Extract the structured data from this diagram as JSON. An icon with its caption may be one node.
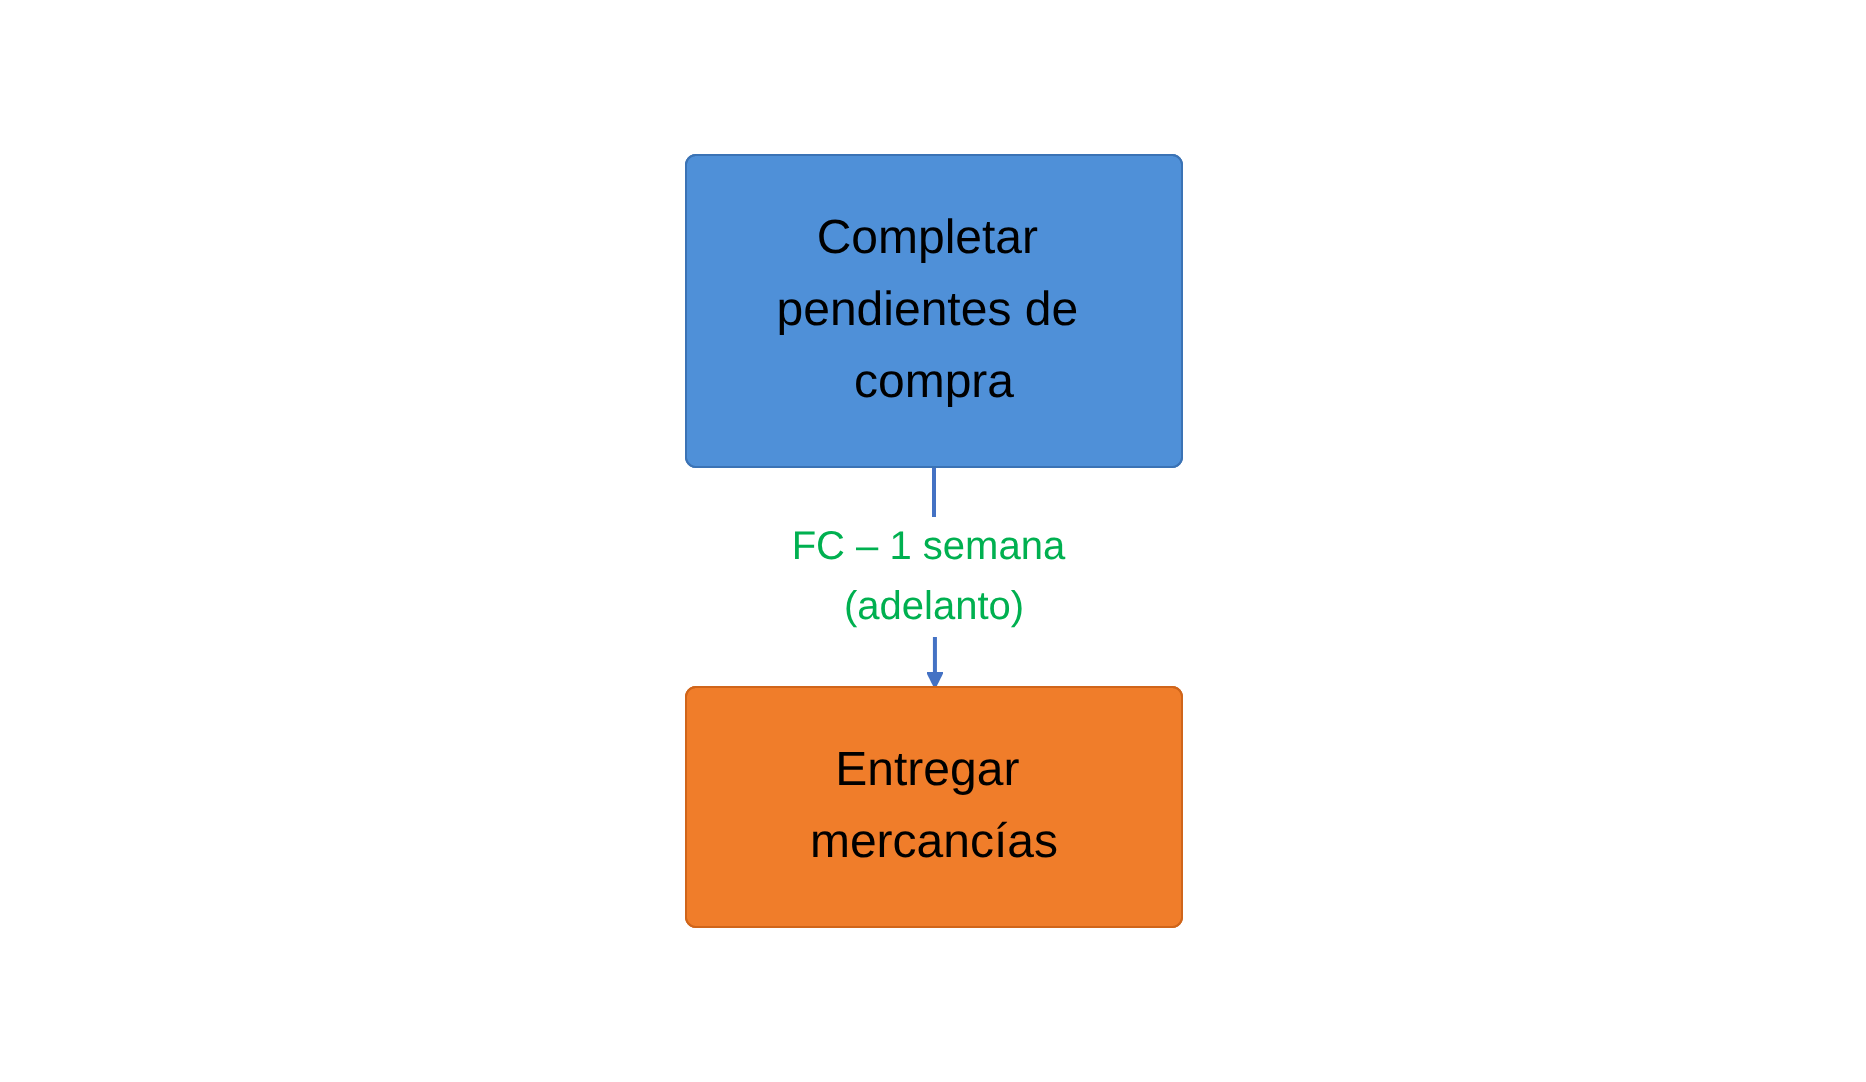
{
  "diagram": {
    "nodes": [
      {
        "text": [
          "Completar pendientes de compra"
        ]
      },
      {
        "text": [
          "Entregar mercancías"
        ]
      }
    ],
    "edges": [
      {
        "from": 0,
        "to": 1,
        "arrow": "to",
        "label": "FC – 1 semana (adelanto)"
      }
    ]
  }
}
